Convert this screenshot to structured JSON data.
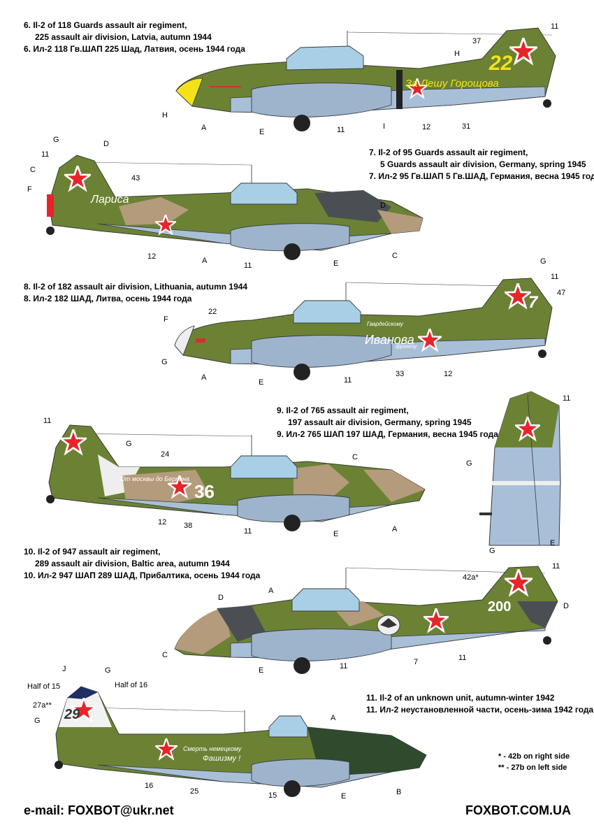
{
  "colors": {
    "olive": "#6b8234",
    "olive_dark": "#56692a",
    "tan": "#b49b7c",
    "grey_dark": "#4b4f54",
    "belly": "#a8bfd8",
    "star_red": "#e8242a",
    "yellow": "#f3e21a",
    "canopy": "#a9cfe6",
    "green_dark": "#2f4a2c"
  },
  "aircraft": [
    {
      "id": "6",
      "caption_en_1": "6. Il-2 of 118 Guards assault air regiment,",
      "caption_en_2": "225 assault air division, Latvia, autumn 1944",
      "caption_ru": "6. Ил-2 118 Гв.ШАП 225 Шад, Латвия, осень 1944 года",
      "tail_number": "22",
      "inscription": "За Лешу Горощова",
      "callouts": [
        "11",
        "37",
        "H",
        "H",
        "A",
        "E",
        "11",
        "I",
        "12",
        "31"
      ]
    },
    {
      "id": "7",
      "caption_en_1": "7. Il-2 of 95 Guards assault air regiment,",
      "caption_en_2": "5 Guards assault air division, Germany, spring 1945",
      "caption_ru": "7. Ил-2 95 Гв.ШАП 5 Гв.ШАД, Германия, весна 1945 года",
      "inscription": "Лариса",
      "callouts": [
        "G",
        "D",
        "11",
        "C",
        "F",
        "43",
        "D",
        "12",
        "A",
        "11",
        "E",
        "C"
      ]
    },
    {
      "id": "8",
      "caption_en_1": "8. Il-2 of 182 assault air division, Lithuania, autumn 1944",
      "caption_ru": "8. Ил-2 182 ШАД, Литва, осень 1944 года",
      "tail_number": "7",
      "inscription_small": "Гвардейскому",
      "inscription": "Иванова",
      "inscription_small_2": "фронту",
      "callouts": [
        "G",
        "11",
        "47",
        "22",
        "F",
        "G",
        "A",
        "E",
        "11",
        "33",
        "12"
      ]
    },
    {
      "id": "9",
      "caption_en_1": "9. Il-2 of 765 assault air regiment,",
      "caption_en_2": "197 assault air division, Germany, spring 1945",
      "caption_ru": "9. Ил-2 765 ШАП 197 ШАД, Германия, весна 1945 года",
      "fuselage_number": "36",
      "inscription": "От москвы до Берлина",
      "callouts": [
        "11",
        "G",
        "24",
        "C",
        "12",
        "38",
        "11",
        "E",
        "A",
        "11",
        "G",
        "E"
      ]
    },
    {
      "id": "10",
      "caption_en_1": "10. Il-2 of 947 assault air regiment,",
      "caption_en_2": "289 assault air division, Baltic area, autumn 1944",
      "caption_ru": "10. Ил-2 947 ШАП 289 ШАД, Прибалтика, осень 1944 года",
      "tail_number": "200",
      "callouts": [
        "G",
        "11",
        "42a*",
        "A",
        "D",
        "D",
        "C",
        "E",
        "11",
        "7",
        "11"
      ]
    },
    {
      "id": "11",
      "caption_en_1": "11. Il-2 of an unknown unit, autumn-winter 1942",
      "caption_ru": "11. Ил-2 неустановленной части, осень-зима 1942 года",
      "tail_number": "29",
      "inscription_1": "Смерть немецкому",
      "inscription_2": "Фашизму !",
      "callouts": [
        "J",
        "G",
        "Half of 15",
        "Half of 16",
        "27a**",
        "G",
        "A",
        "16",
        "25",
        "15",
        "E",
        "B"
      ]
    }
  ],
  "notes": {
    "note_1": "* - 42b on right side",
    "note_2": "** - 27b on left side"
  },
  "footer": {
    "email": "e-mail: FOXBOT@ukr.net",
    "site": "FOXBOT.COM.UA"
  }
}
